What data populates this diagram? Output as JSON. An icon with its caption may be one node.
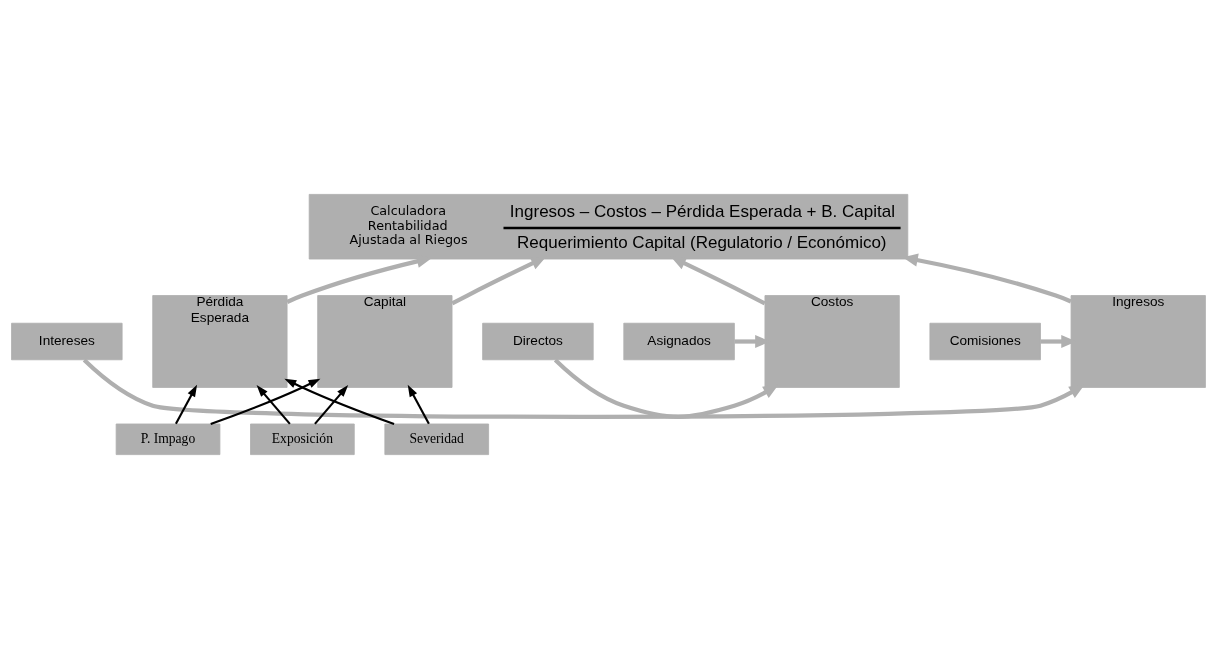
{
  "diagram": {
    "nodes": [
      {
        "text": [
          "Intereses"
        ]
      },
      {
        "text": [
          "Comisiones"
        ]
      },
      {
        "text": [
          "Ingresos"
        ]
      },
      {
        "text": [
          "Costos"
        ]
      },
      {
        "text": [
          "Directos"
        ]
      },
      {
        "text": [
          "Asignados"
        ]
      },
      {
        "text": [
          "Calculadora Rentabilidad Ajustada al Riegos",
          "Ingresos – Costos – Pérdida Esperada + B. Capital",
          "Requerimiento Capital (Regulatorio / Económico)"
        ]
      },
      {
        "text": [
          "Pérdida Esperada"
        ]
      },
      {
        "text": [
          "Capital"
        ]
      },
      {
        "text": [
          "P. Impago"
        ]
      },
      {
        "text": [
          "Exposición"
        ]
      },
      {
        "text": [
          "Severidad"
        ]
      }
    ],
    "edges": [
      {
        "from": 0,
        "to": 2,
        "arrow": "to"
      },
      {
        "from": 1,
        "to": 2,
        "arrow": "to"
      },
      {
        "from": 4,
        "to": 3,
        "arrow": "to"
      },
      {
        "from": 5,
        "to": 3,
        "arrow": "to"
      },
      {
        "from": 2,
        "to": 6,
        "arrow": "to"
      },
      {
        "from": 3,
        "to": 6,
        "arrow": "to"
      },
      {
        "from": 7,
        "to": 6,
        "arrow": "to"
      },
      {
        "from": 8,
        "to": 6,
        "arrow": "to"
      },
      {
        "from": 9,
        "to": 7,
        "arrow": "to",
        "color": "#000000"
      },
      {
        "from": 10,
        "to": 7,
        "arrow": "to",
        "color": "#000000"
      },
      {
        "from": 11,
        "to": 7,
        "arrow": "to",
        "color": "#000000"
      },
      {
        "from": 9,
        "to": 8,
        "arrow": "to",
        "color": "#000000"
      },
      {
        "from": 10,
        "to": 8,
        "arrow": "to",
        "color": "#000000"
      },
      {
        "from": 11,
        "to": 8,
        "arrow": "to",
        "color": "#000000"
      }
    ]
  }
}
